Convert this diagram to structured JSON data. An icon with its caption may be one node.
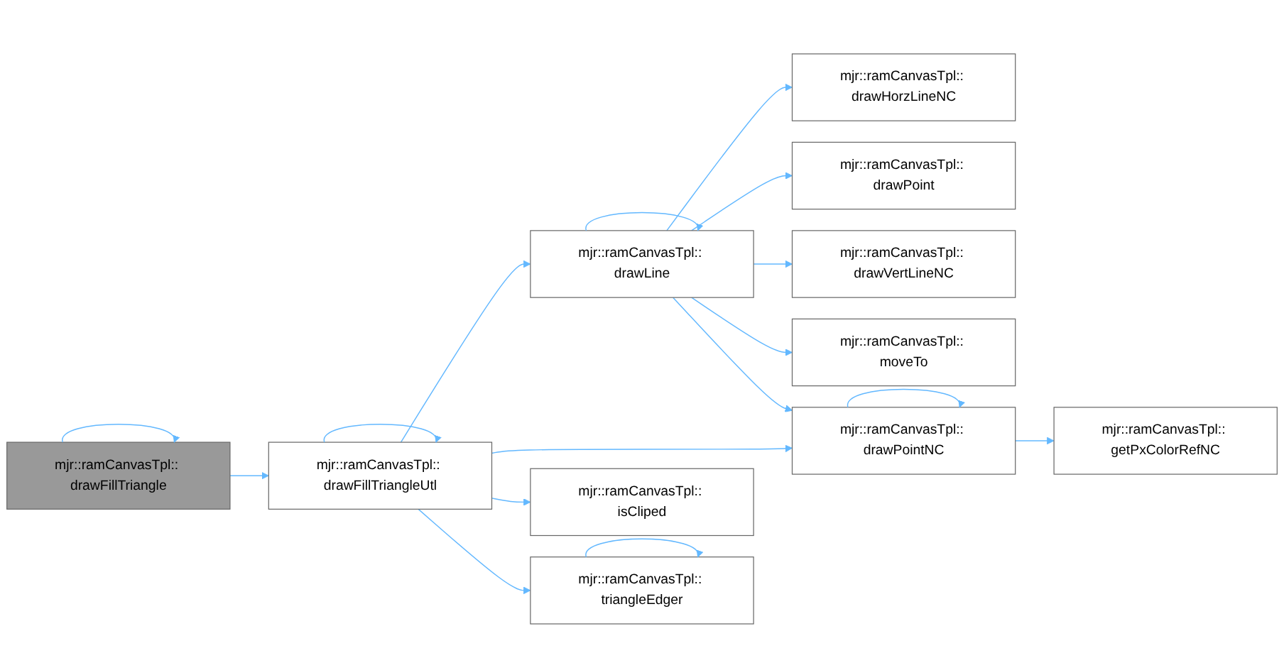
{
  "diagram": {
    "nodes": [
      {
        "text": [
          "mjr::ramCanvasTpl:: drawFillTriangle"
        ]
      },
      {
        "text": [
          "mjr::ramCanvasTpl:: drawFillTriangleUtl"
        ]
      },
      {
        "text": [
          "mjr::ramCanvasTpl:: drawLine"
        ]
      },
      {
        "text": [
          "mjr::ramCanvasTpl:: isCliped"
        ]
      },
      {
        "text": [
          "mjr::ramCanvasTpl:: triangleEdger"
        ]
      },
      {
        "text": [
          "mjr::ramCanvasTpl:: drawHorzLineNC"
        ]
      },
      {
        "text": [
          "mjr::ramCanvasTpl:: drawPoint"
        ]
      },
      {
        "text": [
          "mjr::ramCanvasTpl:: drawVertLineNC"
        ]
      },
      {
        "text": [
          "mjr::ramCanvasTpl:: moveTo"
        ]
      },
      {
        "text": [
          "mjr::ramCanvasTpl:: drawPointNC"
        ]
      },
      {
        "text": [
          "mjr::ramCanvasTpl:: getPxColorRefNC"
        ]
      }
    ],
    "edges": [
      {
        "from": 0,
        "to": 0,
        "arrow": "to"
      },
      {
        "from": 0,
        "to": 1,
        "arrow": "to"
      },
      {
        "from": 1,
        "to": 1,
        "arrow": "to"
      },
      {
        "from": 1,
        "to": 2,
        "arrow": "to"
      },
      {
        "from": 1,
        "to": 9,
        "arrow": "to"
      },
      {
        "from": 1,
        "to": 3,
        "arrow": "to"
      },
      {
        "from": 1,
        "to": 4,
        "arrow": "to"
      },
      {
        "from": 2,
        "to": 2,
        "arrow": "to"
      },
      {
        "from": 2,
        "to": 5,
        "arrow": "to"
      },
      {
        "from": 2,
        "to": 6,
        "arrow": "to"
      },
      {
        "from": 2,
        "to": 7,
        "arrow": "to"
      },
      {
        "from": 2,
        "to": 8,
        "arrow": "to"
      },
      {
        "from": 2,
        "to": 9,
        "arrow": "to"
      },
      {
        "from": 9,
        "to": 9,
        "arrow": "to"
      },
      {
        "from": 9,
        "to": 10,
        "arrow": "to"
      },
      {
        "from": 4,
        "to": 4,
        "arrow": "to"
      }
    ]
  }
}
